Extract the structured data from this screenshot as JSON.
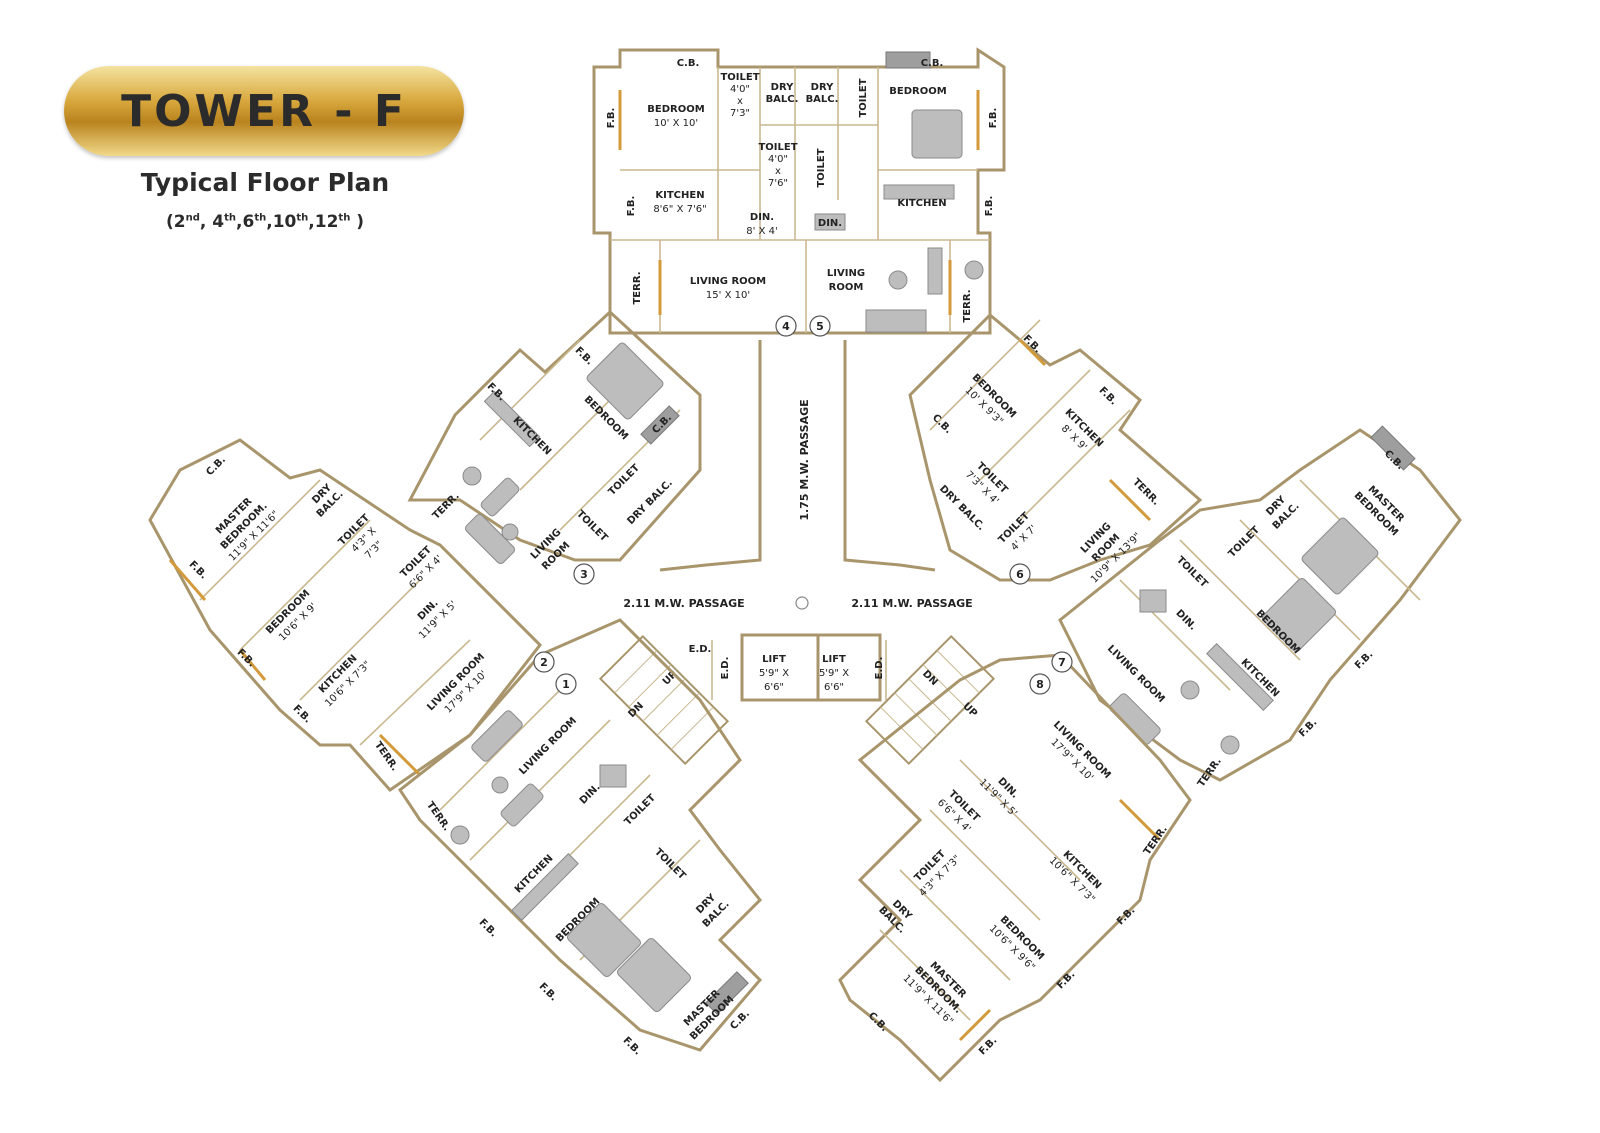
{
  "header": {
    "title": "TOWER - F",
    "subtitle": "Typical Floor Plan",
    "floors": [
      "2",
      "4",
      "6",
      "10",
      "12"
    ],
    "floor_suffixes": [
      "nd",
      "th",
      "th",
      "th",
      "th"
    ]
  },
  "flat_numbers": [
    "1",
    "2",
    "3",
    "4",
    "5",
    "6",
    "7",
    "8"
  ],
  "common_areas": {
    "passage_center": "1.75 M.W. PASSAGE",
    "passage_left": "2.11 M.W. PASSAGE",
    "passage_right": "2.11 M.W. PASSAGE",
    "lift_left": "LIFT",
    "lift_left_dim1": "5'9\" X",
    "lift_left_dim2": "6'6\"",
    "lift_right": "LIFT",
    "lift_right_dim1": "5'9\" X",
    "lift_right_dim2": "6'6\"",
    "ed": "E.D.",
    "up": "UP",
    "dn": "DN"
  },
  "top_wing": {
    "cb": "C.B.",
    "fb": "F.B.",
    "bedroom_l": "BEDROOM",
    "bedroom_l_dim": "10' X 10'",
    "toilet_a": "TOILET",
    "toilet_a_dim1": "4'0\"",
    "toilet_a_dim2": "x",
    "toilet_a_dim3": "7'3\"",
    "toilet_b": "TOILET",
    "toilet_b_dim1": "4'0\"",
    "toilet_b_dim2": "x",
    "toilet_b_dim3": "7'6\"",
    "dry": "DRY",
    "balc": "BALC.",
    "toilet": "TOILET",
    "bedroom_r": "BEDROOM",
    "kitchen_l": "KITCHEN",
    "kitchen_l_dim": "8'6\" X 7'6\"",
    "din_l": "DIN.",
    "din_l_dim": "8' X 4'",
    "din_r": "DIN.",
    "kitchen_r": "KITCHEN",
    "terr": "TERR.",
    "living_l": "LIVING ROOM",
    "living_l_dim": "15' X 10'",
    "living_r1": "LIVING",
    "living_r2": "ROOM"
  },
  "upper_left_wing": {
    "fb": "F.B.",
    "cb": "C.B.",
    "kitchen": "KITCHEN",
    "bedroom": "BEDROOM",
    "toilet": "TOILET",
    "dry_balc": "DRY BALC.",
    "terr": "TERR.",
    "living1": "LIVING",
    "living2": "ROOM"
  },
  "lower_left_wing": {
    "cb": "C.B.",
    "master1": "MASTER",
    "master2": "BEDROOM.",
    "master_dim": "11'9\" X 11'6\"",
    "dry": "DRY",
    "balc": "BALC.",
    "toilet": "TOILET",
    "toilet1_dim1": "4'3\" X",
    "toilet1_dim2": "7'3\"",
    "toilet2_dim": "6'6\" X 4'",
    "fb": "F.B.",
    "bedroom": "BEDROOM",
    "bedroom_dim": "10'6\" X 9'",
    "din": "DIN.",
    "din_dim": "11'9\" X 5'",
    "kitchen": "KITCHEN",
    "kitchen_dim": "10'6\" X 7'3\"",
    "living1": "LIVING ROOM",
    "living_dim": "17'9\" X 10'",
    "terr": "TERR."
  },
  "bottom_left_wing": {
    "living": "LIVING ROOM",
    "din": "DIN.",
    "terr": "TERR.",
    "kitchen": "KITCHEN",
    "toilet": "TOILET",
    "dry": "DRY",
    "balc": "BALC.",
    "bedroom": "BEDROOM",
    "master1": "MASTER",
    "master2": "BEDROOM",
    "cb": "C.B.",
    "fb": "F.B."
  },
  "upper_right_wing": {
    "fb": "F.B.",
    "bedroom": "BEDROOM",
    "bedroom_dim": "10' X 9'3\"",
    "cb": "C.B.",
    "kitchen": "KITCHEN",
    "kitchen_dim": "8' X 9'",
    "toilet": "TOILET",
    "toilet1_dim": "7'3\" X 4'",
    "toilet2_dim": "4' X 7'",
    "dry_balc": "DRY BALC.",
    "terr": "TERR.",
    "living1": "LIVING",
    "living2": "ROOM",
    "living_dim": "10'9\" X 13'9\""
  },
  "lower_right_wing": {
    "dry": "DRY",
    "balc": "BALC.",
    "toilet": "TOILET",
    "cb": "C.B.",
    "master1": "MASTER",
    "master2": "BEDROOM",
    "din": "DIN.",
    "bedroom": "BEDROOM",
    "kitchen": "KITCHEN",
    "living": "LIVING ROOM",
    "terr": "TERR.",
    "fb": "F.B."
  },
  "bottom_right_wing": {
    "din": "DIN.",
    "din_dim": "11'9\" X 5'",
    "living": "LIVING ROOM",
    "living_dim": "17'9\" X 10'",
    "toilet": "TOILET",
    "toilet1_dim": "6'6\" X 4'",
    "toilet2_dim": "4'3\" X 7'3\"",
    "terr": "TERR.",
    "kitchen": "KITCHEN",
    "kitchen_dim": "10'6\" X 7'3\"",
    "dry": "DRY",
    "balc": "BALC.",
    "bedroom": "BEDROOM",
    "bedroom_dim": "10'6\" X 9'6\"",
    "master1": "MASTER",
    "master2": "BEDROOM.",
    "master_dim": "11'9\" X 11'6\"",
    "fb": "F.B.",
    "cb": "C.B."
  },
  "colors": {
    "wall": "#a8956b",
    "badge_gold": "#d9a93f",
    "text": "#2b2b2b",
    "furniture": "#bdbdbd",
    "window": "#d29a3a"
  }
}
